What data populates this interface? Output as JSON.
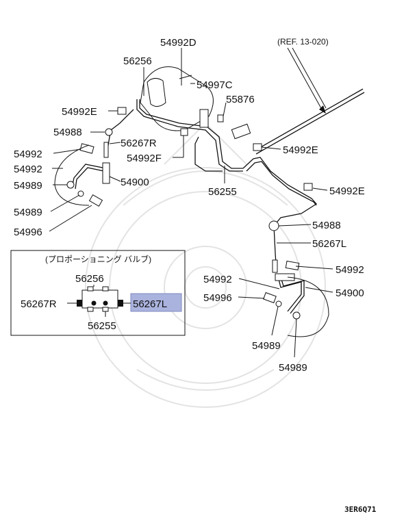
{
  "labels": {
    "p54992D": "54992D",
    "p56256_top": "56256",
    "p54997C": "54997C",
    "p55876": "55876",
    "p54992E_left": "54992E",
    "p54988_left": "54988",
    "p56267R_main": "56267R",
    "p54992_left": "54992",
    "p54992F": "54992F",
    "p54992_left2": "54992",
    "p54989_left1": "54989",
    "p54900_left": "54900",
    "p54989_left2": "54989",
    "p54996_left": "54996",
    "p56255_main": "56255",
    "ref": "(REF. 13-020)",
    "p54992E_mid": "54992E",
    "p54992E_right": "54992E",
    "p54988_right": "54988",
    "p56267L_main": "56267L",
    "p54992_right1": "54992",
    "p54992_right2": "54992",
    "p54900_right": "54900",
    "p54996_right": "54996",
    "p54989_right1": "54989",
    "p54989_right2": "54989",
    "diagram_code": "3ER6Q71"
  },
  "inset": {
    "title": "(プロポーショニング バルブ)",
    "p56256": "56256",
    "p56267R": "56267R",
    "p56267L": "56267L",
    "p56255": "56255",
    "highlight_color": "#aab3dd"
  }
}
